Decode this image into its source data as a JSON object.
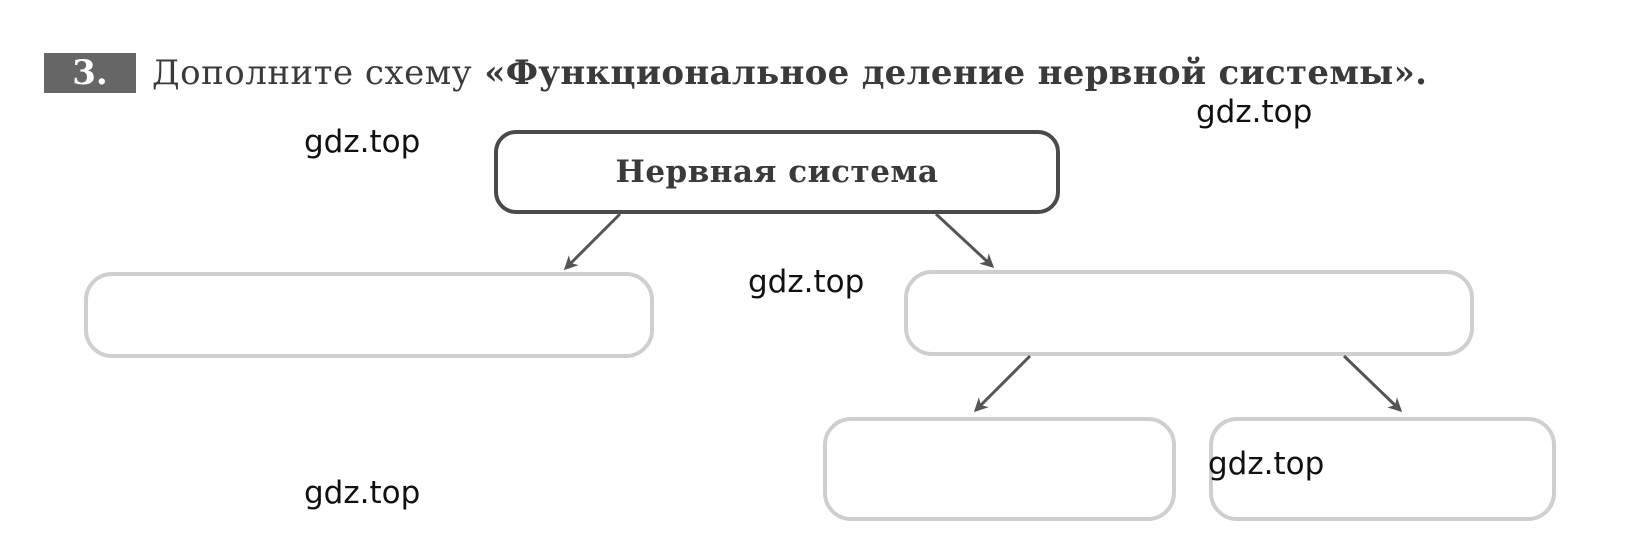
{
  "task": {
    "number": "3.",
    "instruction": "Дополните схему",
    "title": "«Функциональное деление нервной системы»."
  },
  "diagram": {
    "root_label": "Нервная система",
    "boxes": [
      {
        "id": "left",
        "label": ""
      },
      {
        "id": "right",
        "label": ""
      },
      {
        "id": "bottom-left",
        "label": ""
      },
      {
        "id": "bottom-right",
        "label": ""
      }
    ]
  },
  "watermarks": [
    "gdz.top",
    "gdz.top",
    "gdz.top",
    "gdz.top",
    "gdz.top"
  ],
  "colors": {
    "text": "#3a3a3a",
    "root_border": "#4a4a4a",
    "empty_box_border": "#cfcfcf",
    "arrow": "#555555",
    "number_badge": "#666666"
  }
}
